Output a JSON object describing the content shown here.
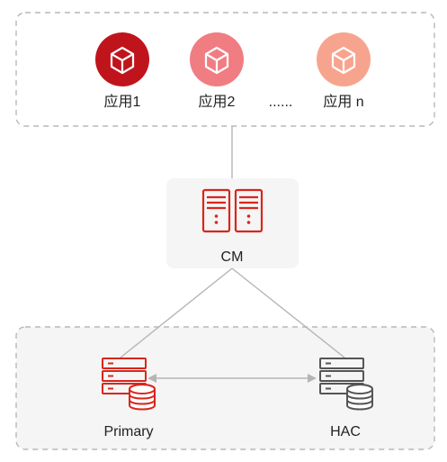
{
  "apps": {
    "items": [
      {
        "label": "应用1",
        "icon": "cube-icon",
        "color": "#c0141c"
      },
      {
        "label": "应用2",
        "icon": "cube-icon",
        "color": "#f07d82"
      },
      {
        "label": "应用 n",
        "icon": "cube-icon",
        "color": "#f7a48f"
      }
    ],
    "ellipsis": "......"
  },
  "cm": {
    "label": "CM",
    "icon": "server-pair-icon",
    "color": "#d9261c"
  },
  "cluster": {
    "primary": {
      "label": "Primary",
      "icon": "server-database-icon",
      "color": "#d9261c"
    },
    "hac": {
      "label": "HAC",
      "icon": "server-database-icon",
      "color": "#555555"
    }
  },
  "colors": {
    "border": "#b8b8b8",
    "connector": "#b5b5b5",
    "panel_bg": "#f5f5f5",
    "cluster_bg": "#f5f5f5"
  }
}
